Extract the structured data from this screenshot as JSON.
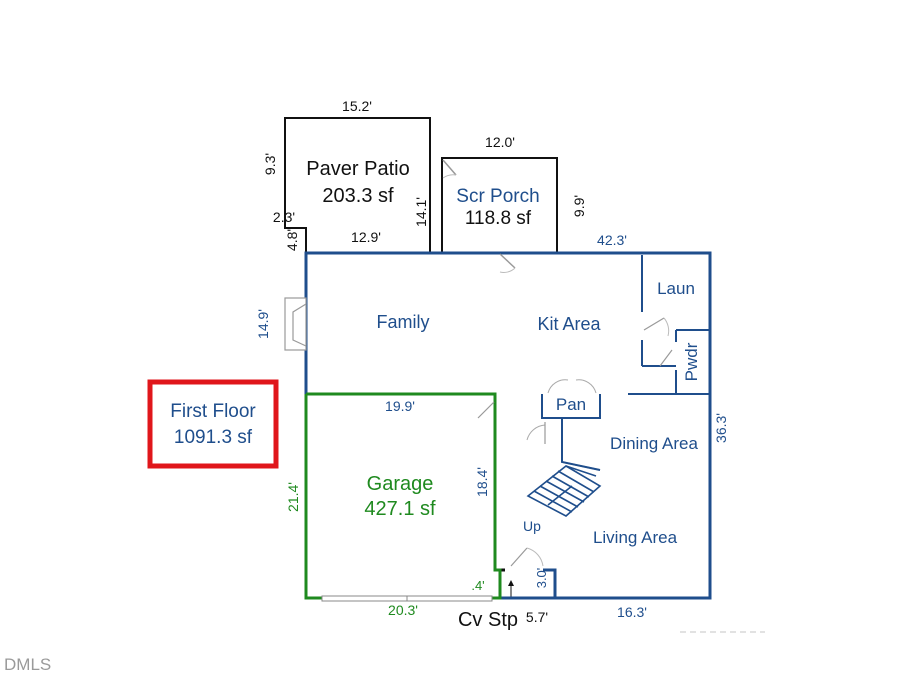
{
  "first_floor": {
    "title": "First Floor",
    "area": "1091.3 sf"
  },
  "patio": {
    "name": "Paver Patio",
    "area": "203.3 sf",
    "dims": {
      "top": "15.2'",
      "left": "9.3'",
      "step": "2.3'",
      "left_low": "4.8'",
      "bottom": "12.9'",
      "right": "14.1'"
    }
  },
  "porch": {
    "name": "Scr Porch",
    "area": "118.8 sf",
    "dims": {
      "top": "12.0'",
      "right": "9.9'"
    }
  },
  "house": {
    "dims": {
      "top_right": "42.3'",
      "right": "36.3'",
      "fireplace": "14.9'",
      "bottom_right": "16.3'",
      "entry": "5.7'",
      "entry_step": "3.0'"
    }
  },
  "garage": {
    "name": "Garage",
    "area": "427.1 sf",
    "dims": {
      "top": "19.9'",
      "left": "21.4'",
      "right": "18.4'",
      "bottom": "20.3'",
      "jog": ".4'"
    }
  },
  "rooms": {
    "family": "Family",
    "kit_area": "Kit Area",
    "laun": "Laun",
    "pwdr": "Pwdr",
    "pan": "Pan",
    "dining": "Dining Area",
    "living": "Living Area",
    "up": "Up"
  },
  "labels": {
    "cv_stp": "Cv Stp"
  },
  "watermark": "DMLS",
  "colors": {
    "house_wall": "#1f4e8c",
    "garage_wall": "#1f8a1f",
    "outdoor": "#111111",
    "highlight": "#e0161b"
  }
}
